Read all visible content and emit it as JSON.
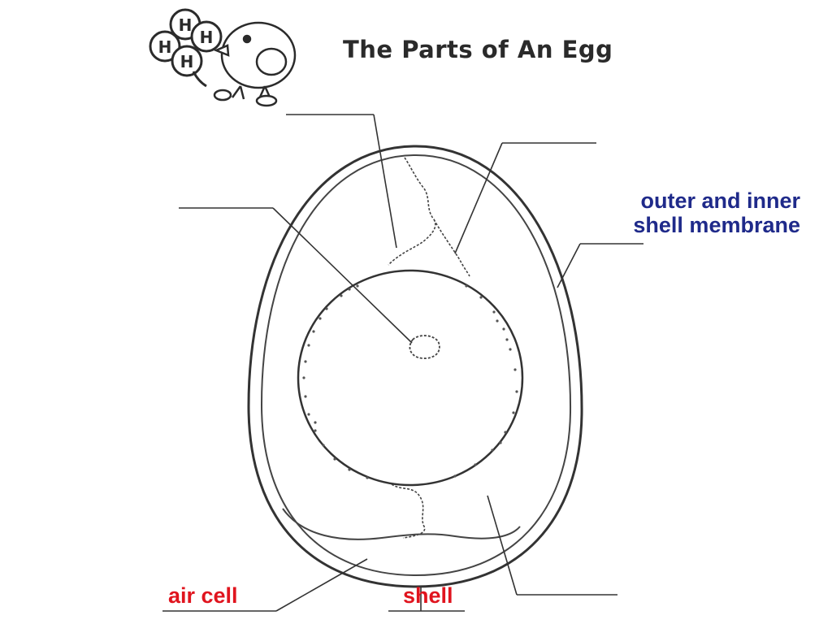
{
  "title": "The Parts of An Egg",
  "logo": {
    "letters": [
      "H",
      "H",
      "H",
      "H"
    ]
  },
  "labels": {
    "membrane_line1": "outer and inner",
    "membrane_line2": "shell membrane",
    "air_cell": "air cell",
    "shell": "shell"
  },
  "colors": {
    "label_blue": "#1f2a8a",
    "label_red": "#e0141e",
    "line_art": "#333333"
  },
  "icons": [
    "four-h-clover-logo",
    "chick-icon"
  ]
}
